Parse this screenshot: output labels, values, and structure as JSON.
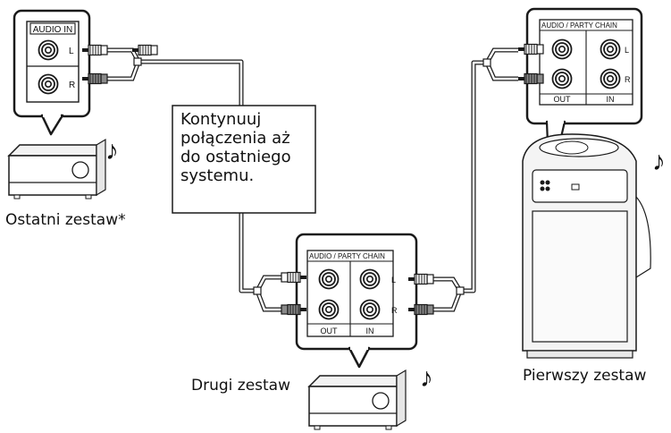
{
  "callout": {
    "line1": "Kontynuuj",
    "line2": "połączenia aż",
    "line3": "do ostatniego",
    "line4": "systemu."
  },
  "devices": {
    "last": {
      "label": "Ostatni zestaw*"
    },
    "second": {
      "label": "Drugi zestaw"
    },
    "first": {
      "label": "Pierwszy zestaw"
    }
  },
  "panels": {
    "audio_in": {
      "title": "AUDIO  IN",
      "left": "L",
      "right": "R"
    },
    "party_chain": {
      "title": "AUDIO / PARTY CHAIN",
      "left": "L",
      "right": "R",
      "out": "OUT",
      "in": "IN"
    }
  },
  "music_note": "♪",
  "colors": {
    "stroke": "#1a1a1a",
    "gray_plug": "#8a8a8a",
    "speaker_body": "#f4f4f4"
  }
}
